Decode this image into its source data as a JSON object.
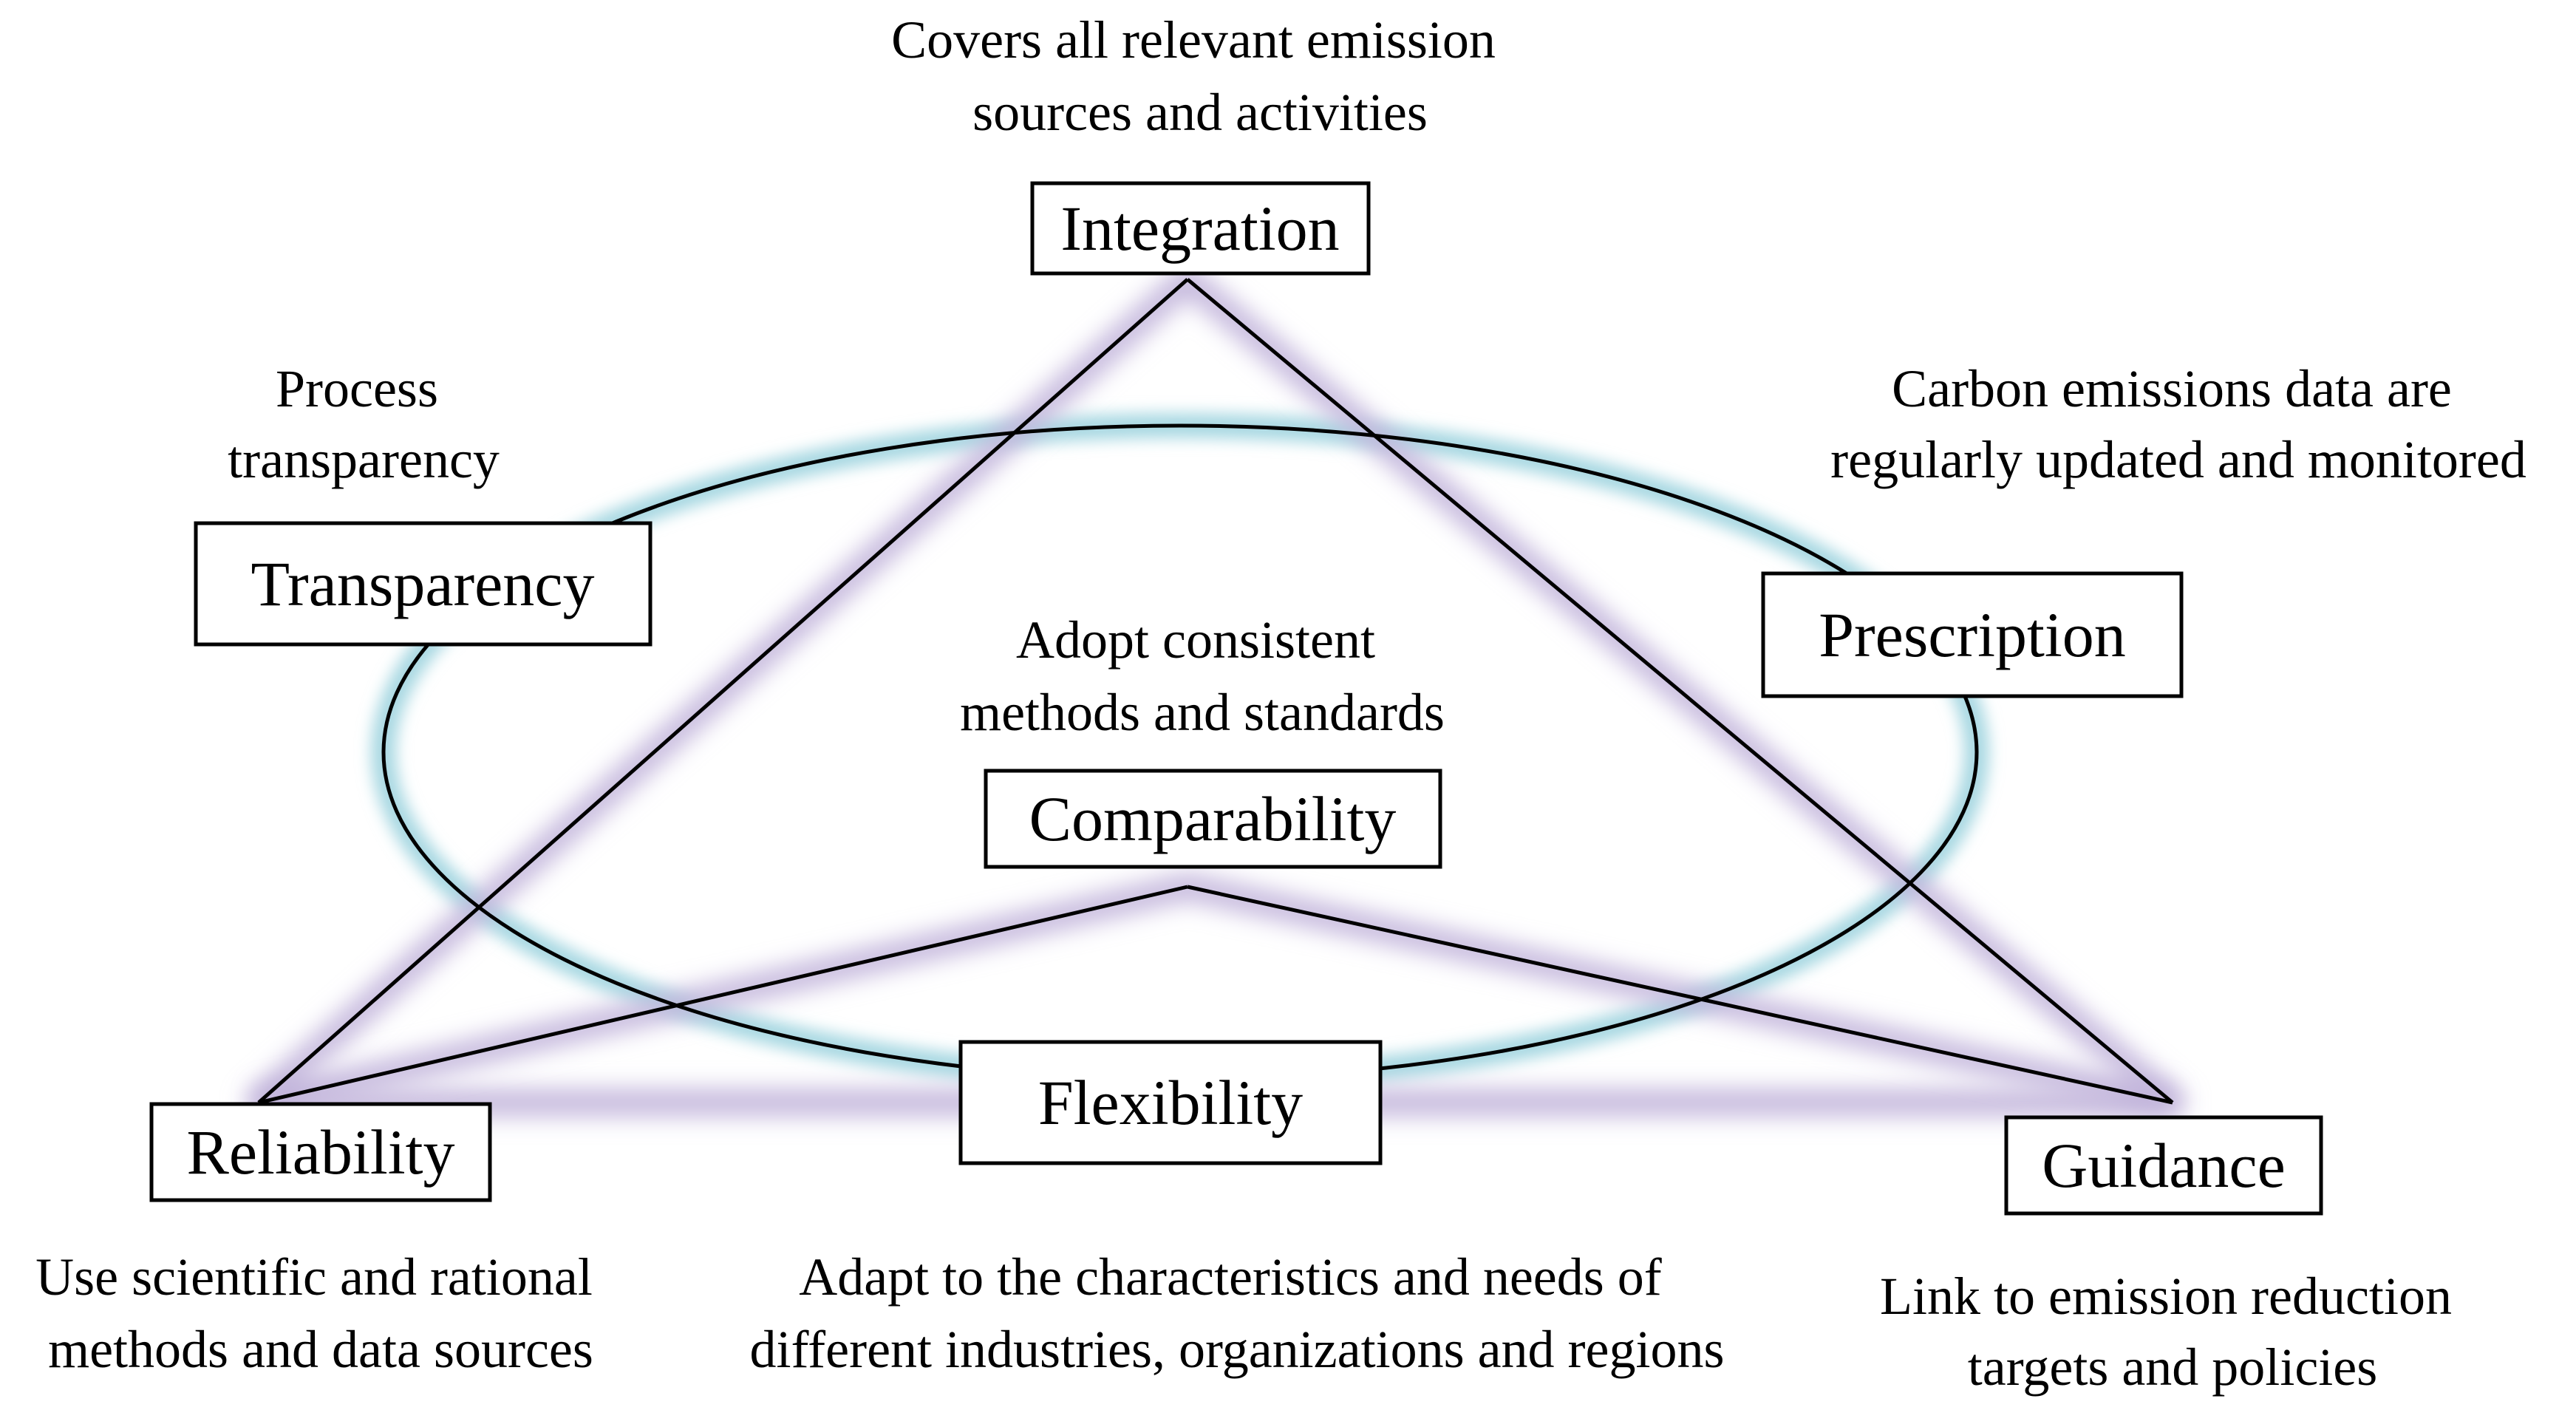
{
  "colors": {
    "ellipse_glow": "#a8d8e2",
    "triangle_glow": "#c3b6dc",
    "line": "#000000",
    "box_border": "#000000",
    "text": "#000000"
  },
  "nodes": {
    "integration": {
      "label": "Integration",
      "description": [
        "Covers all relevant emission",
        "sources and activities"
      ]
    },
    "transparency": {
      "label": "Transparency",
      "description": [
        "Process",
        "transparency"
      ]
    },
    "prescription": {
      "label": "Prescription",
      "description": [
        "Carbon emissions data are",
        "regularly updated and monitored"
      ]
    },
    "comparability": {
      "label": "Comparability",
      "description": [
        "Adopt consistent",
        "methods and standards"
      ]
    },
    "reliability": {
      "label": "Reliability",
      "description": [
        "Use scientific and rational",
        "methods and data sources"
      ]
    },
    "flexibility": {
      "label": "Flexibility",
      "description": [
        "Adapt to the characteristics and needs of",
        "different industries, organizations and regions"
      ]
    },
    "guidance": {
      "label": "Guidance",
      "description": [
        "Link to emission reduction",
        "targets and policies"
      ]
    }
  }
}
